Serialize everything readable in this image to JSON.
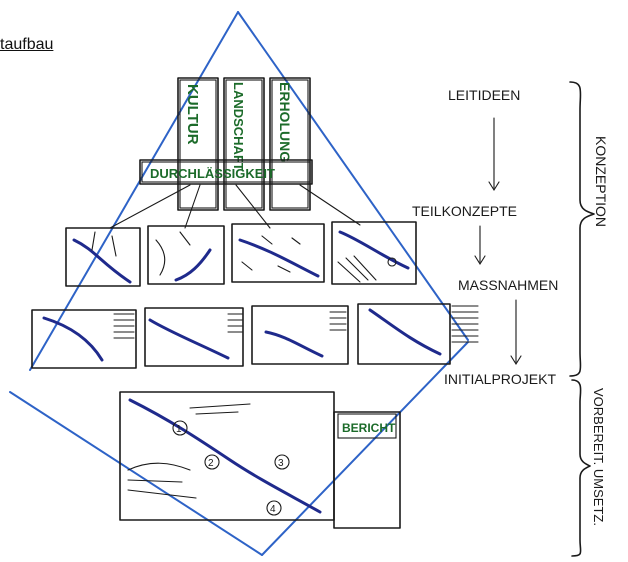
{
  "title": "taufbau",
  "pillars": [
    "KULTUR",
    "LANDSCHAFT",
    "ERHOLUNG"
  ],
  "bar_label": "DURCHLÄSSIGKEIT",
  "levels": [
    "LEITIDEEN",
    "TEILKONZEPTE",
    "MASSNAHMEN",
    "INITIALPROJEKT"
  ],
  "side_labels": [
    "KONZEPTION",
    "VORBEREIT. UMSETZ."
  ],
  "report_label": "BERICHT",
  "markers": [
    "1",
    "2",
    "3",
    "4"
  ]
}
